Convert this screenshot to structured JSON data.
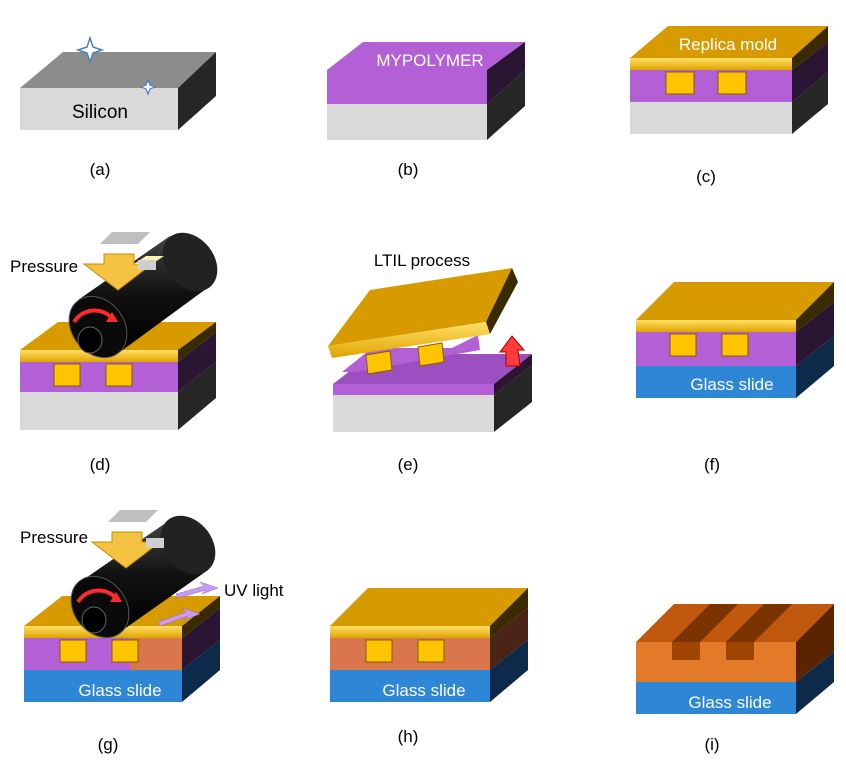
{
  "panels": {
    "a": {
      "caption": "(a)",
      "layer_label": "Silicon"
    },
    "b": {
      "caption": "(b)",
      "layer_label": "MYPOLYMER"
    },
    "c": {
      "caption": "(c)",
      "layer_label": "Replica mold"
    },
    "d": {
      "caption": "(d)",
      "annotation": "Pressure"
    },
    "e": {
      "caption": "(e)",
      "annotation": "LTIL process"
    },
    "f": {
      "caption": "(f)",
      "layer_label": "Glass slide"
    },
    "g": {
      "caption": "(g)",
      "annotation": "Pressure",
      "annotation2": "UV light",
      "layer_label": "Glass slide"
    },
    "h": {
      "caption": "(h)",
      "layer_label": "Glass slide"
    },
    "i": {
      "caption": "(i)",
      "layer_label": "Glass slide"
    }
  },
  "colors": {
    "silicon": "#d9d9d9",
    "silicon_top": "#8c8c8c",
    "polymer": "#b35fd6",
    "mold": "#d79b00",
    "mold_edge": "#ffd21a",
    "glass": "#2e86d6",
    "cured": "#d9764b",
    "final": "#c0580e",
    "arrow": "#f5c242",
    "roller": "#111111"
  }
}
